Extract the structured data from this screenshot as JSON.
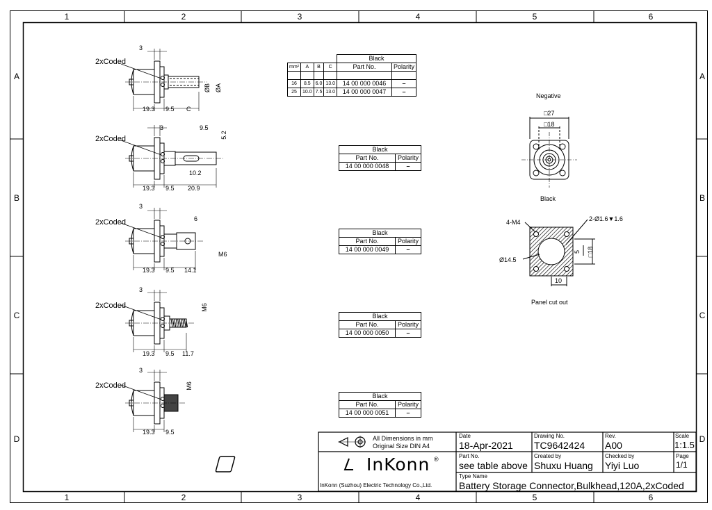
{
  "zones": {
    "columns": [
      "1",
      "2",
      "3",
      "4",
      "5",
      "6"
    ],
    "rows": [
      "A",
      "B",
      "C",
      "D"
    ]
  },
  "views": [
    {
      "coded": "2xCoded",
      "d_top": "3",
      "d_left": "19.3",
      "d_mid": "9.5",
      "d_right": "C",
      "d_dia_b": "ØB",
      "d_dia_a": "ØA"
    },
    {
      "coded": "2xCoded",
      "d_top": "3",
      "d_left": "19.3",
      "d_mid": "9.5",
      "d_right": "20.9",
      "d_slot": "9.5",
      "d_h": "5.2",
      "d_inner": "10.2"
    },
    {
      "coded": "2xCoded",
      "d_top": "3",
      "d_left": "19.3",
      "d_mid": "9.5",
      "d_right": "14.1",
      "d_tab": "6",
      "d_thread": "M6"
    },
    {
      "coded": "2xCoded",
      "d_top": "3",
      "d_left": "19.3",
      "d_mid": "9.5",
      "d_right": "11.7",
      "d_thread": "M6"
    },
    {
      "coded": "2xCoded",
      "d_top": "3",
      "d_left": "19.3",
      "d_mid": "9.5",
      "d_thread": "M6"
    }
  ],
  "table1": {
    "color": "Black",
    "headers": [
      "mm²",
      "A",
      "B",
      "C",
      "Part No.",
      "Polarity"
    ],
    "rows": [
      {
        "mm": "16",
        "a": "8.5",
        "b": "6.0",
        "c": "13.0",
        "part": "14 00 000 0046",
        "pol": "–"
      },
      {
        "mm": "25",
        "a": "10.0",
        "b": "7.5",
        "c": "13.0",
        "part": "14 00 000 0047",
        "pol": "–"
      }
    ]
  },
  "tables": [
    {
      "color": "Black",
      "h_part": "Part No.",
      "h_pol": "Polarity",
      "part": "14 00 000 0048",
      "pol": "–"
    },
    {
      "color": "Black",
      "h_part": "Part No.",
      "h_pol": "Polarity",
      "part": "14 00 000 0049",
      "pol": "–"
    },
    {
      "color": "Black",
      "h_part": "Part No.",
      "h_pol": "Polarity",
      "part": "14 00 000 0050",
      "pol": "–"
    },
    {
      "color": "Black",
      "h_part": "Part No.",
      "h_pol": "Polarity",
      "part": "14 00 000 0051",
      "pol": "–"
    }
  ],
  "front_view": {
    "title": "Negative",
    "dim_outer": "□27",
    "dim_inner": "□18",
    "color": "Black"
  },
  "cutout": {
    "holes": "4-M4",
    "pins": "2-Ø1.6▼1.6",
    "dia": "Ø14.5",
    "dim_5": "5",
    "dim_sq": "□18",
    "dim_10": "10",
    "title": "Panel cut out"
  },
  "title_block": {
    "dims_note": "All Dimensions in mm",
    "size_note": "Original Size DIN A4",
    "logo": "InKonn",
    "company": "InKonn (Suzhou) Electric Technology Co.,Ltd.",
    "date_label": "Date",
    "date": "18-Apr-2021",
    "drawing_label": "Drawing No.",
    "drawing": "TC9642424",
    "rev_label": "Rev.",
    "rev": "A00",
    "scale_label": "Scale",
    "scale": "1:1.5",
    "part_label": "Part No.",
    "part": "see table above",
    "created_label": "Created by",
    "created": "Shuxu Huang",
    "checked_label": "Checked by",
    "checked": "Yiyi Luo",
    "page_label": "Page",
    "page": "1/1",
    "type_label": "Type Name",
    "type": "Battery Storage Connector,Bulkhead,120A,2xCoded"
  }
}
